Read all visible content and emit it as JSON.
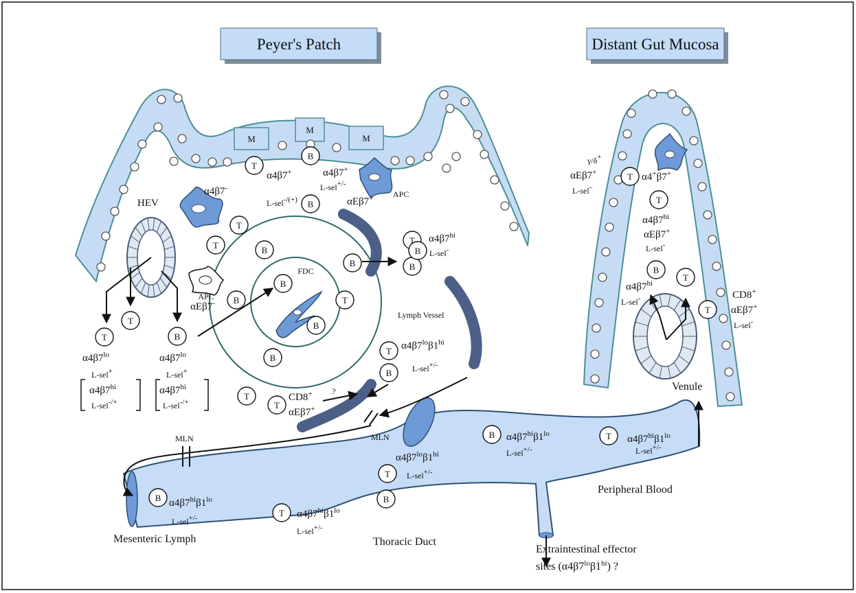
{
  "titles": {
    "peyers_patch": "Peyer's Patch",
    "distant_gut": "Distant Gut Mucosa"
  },
  "cells": {
    "t": "T",
    "b": "B",
    "m": "M"
  },
  "labels": {
    "hev": "HEV",
    "apc": "APC",
    "fdc": "FDC",
    "lymph_vessel": "Lymph Vessel",
    "mln": "MLN",
    "venule": "Venule",
    "mesenteric_lymph": "Mesenteric Lymph",
    "thoracic_duct": "Thoracic Duct",
    "peripheral_blood": "Peripheral Blood",
    "extraintestinal_line1": "Extraintestinal effector",
    "extraintestinal_line2": "sites (α4β7",
    "extraintestinal_lo": "lo",
    "extraintestinal_b1": "β1",
    "extraintestinal_hi": "hi",
    "extraintestinal_q": ") ?",
    "question": "?",
    "gamma_delta": "γ/δ"
  },
  "phenotype": {
    "a4b7": "α4β7",
    "aEb7": "αEβ7",
    "a4": "α4",
    "b7": "β7",
    "b1": "β1",
    "lsel": "L-sel",
    "cd8": "CD8",
    "sup_plus": "+",
    "sup_minus": "-",
    "sup_hi": "hi",
    "sup_lo": "lo",
    "sup_pm": "+/-",
    "sup_mp": "-/+",
    "sup_mplus": "-/(+)"
  },
  "colors": {
    "epithelium_fill": "#c6dcf5",
    "epithelium_stroke": "#4b8f94",
    "vessel_fill": "#c6dcf7",
    "vessel_stroke": "#2e4f75",
    "lymph_vessel": "#4c5f88",
    "apc_fill": "#6f9ad8",
    "title_box": "#c4dcf6"
  }
}
